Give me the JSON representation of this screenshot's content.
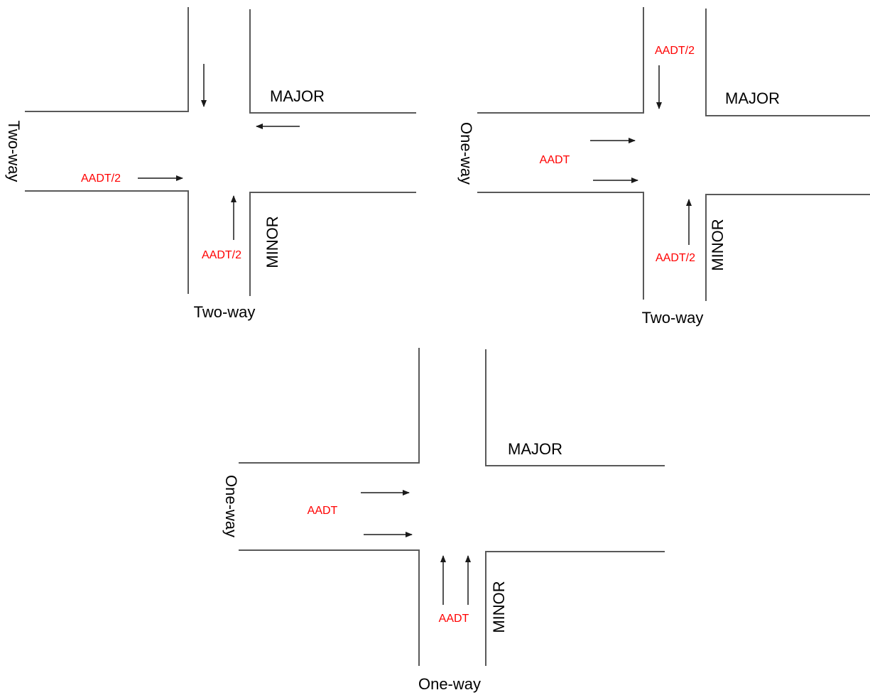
{
  "colors": {
    "road_line": "#595959",
    "arrow": "#1a1a1a",
    "label": "#000000",
    "volume_label": "#ff0000"
  },
  "diagrams": [
    {
      "major_label": "MAJOR",
      "minor_label": "MINOR",
      "major_direction_label": "Two-way",
      "minor_direction_label": "Two-way",
      "major_volume_label": "AADT/2",
      "minor_volume_label": "AADT/2"
    },
    {
      "major_label": "MAJOR",
      "minor_label": "MINOR",
      "major_direction_label": "One-way",
      "minor_direction_label": "Two-way",
      "major_volume_label": "AADT",
      "minor_volume_label": "AADT/2",
      "top_volume_label": "AADT/2"
    },
    {
      "major_label": "MAJOR",
      "minor_label": "MINOR",
      "major_direction_label": "One-way",
      "minor_direction_label": "One-way",
      "major_volume_label": "AADT",
      "minor_volume_label": "AADT"
    }
  ]
}
